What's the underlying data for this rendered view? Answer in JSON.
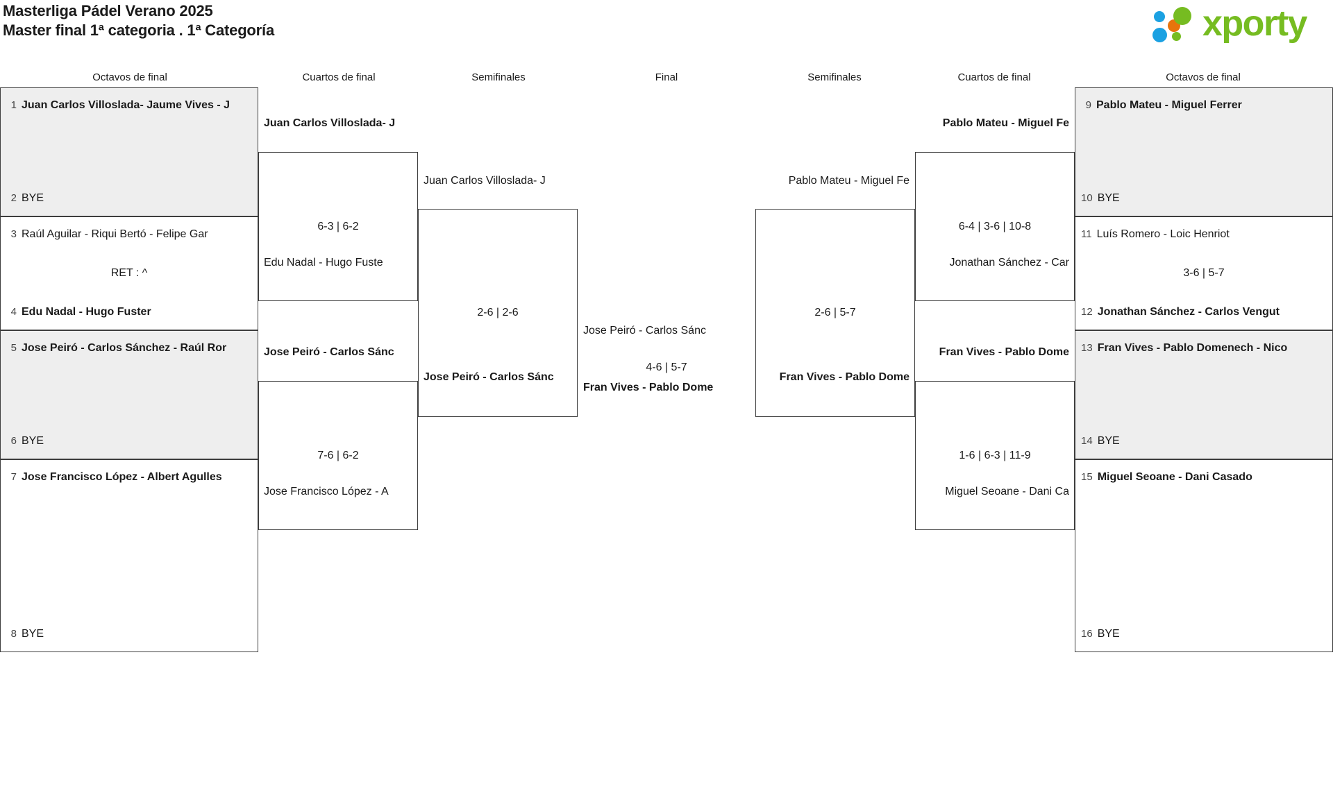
{
  "header": {
    "title_line1": "Masterliga Pádel Verano 2025",
    "title_line2": "Master final 1ª categoria . 1ª Categoría",
    "logo_text": "xporty",
    "logo_colors": {
      "green": "#76bc21",
      "blue": "#1ba1e2",
      "orange": "#e8740c"
    }
  },
  "round_headers": {
    "left_r16": "Octavos de final",
    "left_qf": "Cuartos de final",
    "left_sf": "Semifinales",
    "final": "Final",
    "right_sf": "Semifinales",
    "right_qf": "Cuartos de final",
    "right_r16": "Octavos de final"
  },
  "chart_data": {
    "type": "bracket",
    "title": "Masterliga Pádel Verano 2025 — Master final 1ª categoria . 1ª Categoría",
    "size": 16,
    "rounds": [
      "Octavos de final",
      "Cuartos de final",
      "Semifinales",
      "Final"
    ]
  },
  "left": {
    "r16": [
      {
        "top_seed": "1",
        "top_team": "Juan Carlos Villoslada- Jaume Vives - J",
        "top_win": true,
        "bot_seed": "2",
        "bot_team": "BYE",
        "bot_win": false,
        "score": "",
        "shaded": true
      },
      {
        "top_seed": "3",
        "top_team": "Raúl Aguilar - Riqui Bertó - Felipe Gar",
        "top_win": false,
        "bot_seed": "4",
        "bot_team": "Edu Nadal - Hugo Fuster",
        "bot_win": true,
        "score": "RET : ^",
        "shaded": false
      },
      {
        "top_seed": "5",
        "top_team": "Jose Peiró - Carlos Sánchez - Raúl Ror",
        "top_win": true,
        "bot_seed": "6",
        "bot_team": "BYE",
        "bot_win": false,
        "score": "",
        "shaded": true
      },
      {
        "top_seed": "7",
        "top_team": "Jose Francisco López - Albert Agulles",
        "top_win": true,
        "bot_seed": "8",
        "bot_team": "BYE",
        "bot_win": false,
        "score": "",
        "shaded": false
      }
    ],
    "qf": [
      {
        "top_team": "Juan Carlos Villoslada- J",
        "top_win": true,
        "bot_team": "Edu Nadal - Hugo Fuste",
        "bot_win": false,
        "score": "6-3 | 6-2"
      },
      {
        "top_team": "Jose Peiró - Carlos Sánc",
        "top_win": true,
        "bot_team": "Jose Francisco López - A",
        "bot_win": false,
        "score": "7-6 | 6-2"
      }
    ],
    "sf": [
      {
        "top_team": "Juan Carlos Villoslada- J",
        "top_win": false,
        "bot_team": "Jose Peiró - Carlos Sánc",
        "bot_win": true,
        "score": "2-6 | 2-6"
      }
    ]
  },
  "right": {
    "r16": [
      {
        "top_seed": "9",
        "top_team": "Pablo Mateu - Miguel Ferrer",
        "top_win": true,
        "bot_seed": "10",
        "bot_team": "BYE",
        "bot_win": false,
        "score": "",
        "shaded": true
      },
      {
        "top_seed": "11",
        "top_team": "Luís Romero - Loic Henriot",
        "top_win": false,
        "bot_seed": "12",
        "bot_team": "Jonathan Sánchez - Carlos Vengut",
        "bot_win": true,
        "score": "3-6 | 5-7",
        "shaded": false
      },
      {
        "top_seed": "13",
        "top_team": "Fran Vives - Pablo Domenech - Nico",
        "top_win": true,
        "bot_seed": "14",
        "bot_team": "BYE",
        "bot_win": false,
        "score": "",
        "shaded": true
      },
      {
        "top_seed": "15",
        "top_team": "Miguel Seoane - Dani Casado",
        "top_win": true,
        "bot_seed": "16",
        "bot_team": "BYE",
        "bot_win": false,
        "score": "",
        "shaded": false
      }
    ],
    "qf": [
      {
        "top_team": "Pablo Mateu - Miguel Fe",
        "top_win": true,
        "bot_team": "Jonathan Sánchez - Car",
        "bot_win": false,
        "score": "6-4 | 3-6 | 10-8"
      },
      {
        "top_team": "Fran Vives - Pablo Dome",
        "top_win": true,
        "bot_team": "Miguel Seoane - Dani Ca",
        "bot_win": false,
        "score": "1-6 | 6-3 | 11-9"
      }
    ],
    "sf": [
      {
        "top_team": "Pablo Mateu - Miguel Fe",
        "top_win": false,
        "bot_team": "Fran Vives - Pablo Dome",
        "bot_win": true,
        "score": "2-6 | 5-7"
      }
    ]
  },
  "final": {
    "top_team": "Jose Peiró - Carlos Sánc",
    "top_win": false,
    "bot_team": "Fran Vives - Pablo Dome",
    "bot_win": true,
    "score": "4-6 | 5-7"
  }
}
